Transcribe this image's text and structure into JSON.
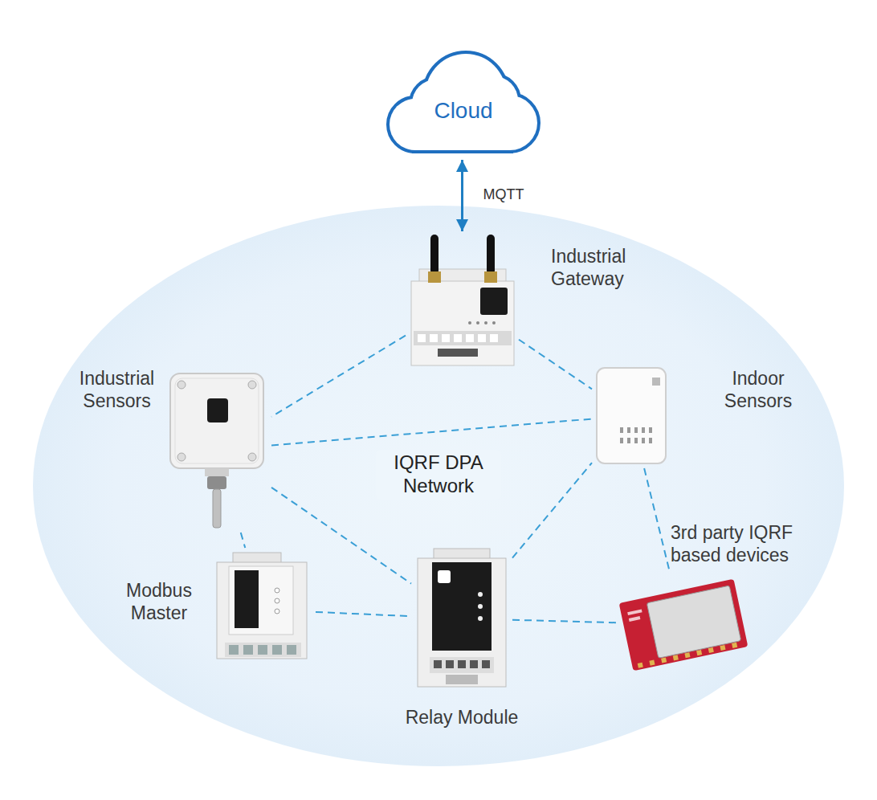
{
  "diagram": {
    "nodes": [
      {
        "text": [
          "Cloud"
        ]
      },
      {
        "text": [
          "IQRF DPA Network"
        ]
      },
      {
        "text": [
          "Industrial Gateway"
        ],
        "in": 1
      },
      {
        "text": [
          "Industrial Sensors"
        ],
        "in": 1
      },
      {
        "text": [
          "Indoor Sensors"
        ],
        "in": 1
      },
      {
        "text": [
          "Modbus Master"
        ],
        "in": 1
      },
      {
        "text": [
          "Relay Module"
        ],
        "in": 1
      },
      {
        "text": [
          "3rd party IQRF based devices"
        ],
        "in": 1
      }
    ],
    "edges": [
      {
        "from": 0,
        "to": 2,
        "label": "MQTT",
        "arrow": "both"
      },
      {
        "from": 2,
        "to": 3,
        "arrow": "none"
      },
      {
        "from": 2,
        "to": 4,
        "arrow": "none"
      },
      {
        "from": 3,
        "to": 4,
        "arrow": "none"
      },
      {
        "from": 3,
        "to": 5,
        "arrow": "none"
      },
      {
        "from": 3,
        "to": 6,
        "arrow": "none"
      },
      {
        "from": 5,
        "to": 6,
        "arrow": "none"
      },
      {
        "from": 6,
        "to": 4,
        "arrow": "none"
      },
      {
        "from": 6,
        "to": 7,
        "arrow": "none"
      },
      {
        "from": 4,
        "to": 7,
        "arrow": "none"
      }
    ]
  }
}
